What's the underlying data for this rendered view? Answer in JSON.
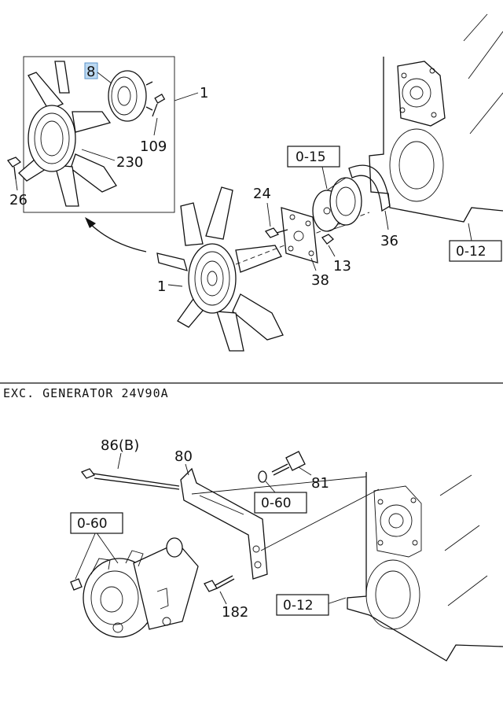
{
  "section_caption": "EXC. GENERATOR 24V90A",
  "highlight_color": "#bcd9f2",
  "callouts": {
    "c8": "8",
    "c1_inset": "1",
    "c109": "109",
    "c230": "230",
    "c26": "26",
    "c24": "24",
    "c0_15": "0-15",
    "c36": "36",
    "c0_12_top": "0-12",
    "c13": "13",
    "c38": "38",
    "c1_main": "1",
    "c86b": "86(B)",
    "c80": "80",
    "c81": "81",
    "c0_60_right": "0-60",
    "c0_60_left": "0-60",
    "c0_12_bottom": "0-12",
    "c182": "182"
  }
}
